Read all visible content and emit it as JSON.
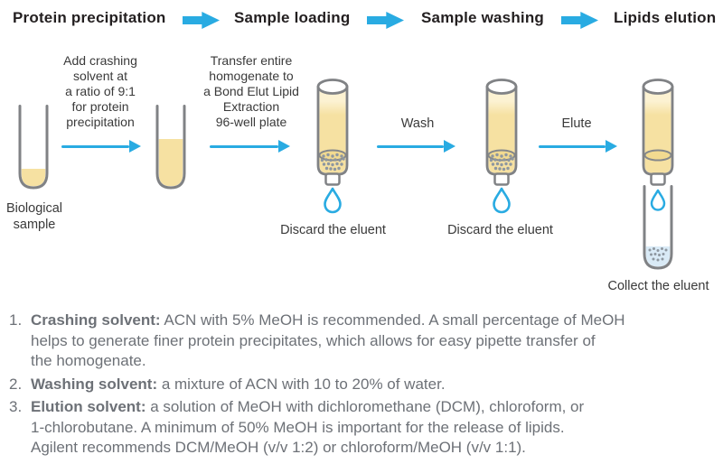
{
  "colors": {
    "accent_blue": "#29abe2",
    "tube_outline_gray": "#808285",
    "sample_yellow": "#f6e1a2",
    "sample_yellow_light": "#fcf2d2",
    "eluent_pale_blue": "#d9eaf6",
    "frit_dot_gray": "#8e97a0",
    "heading_text": "#231f20",
    "diagram_text": "#3a3a3a",
    "notes_text": "#6d7177"
  },
  "header": {
    "steps": [
      "Protein precipitation",
      "Sample loading",
      "Sample washing",
      "Lipids elution"
    ]
  },
  "diagram": {
    "step1_annotation": "Add crashing\nsolvent at\na ratio of 9:1\nfor protein\nprecipitation",
    "step2_annotation": "Transfer entire\nhomogenate to\na Bond Elut Lipid\nExtraction\n96-well plate",
    "wash_label": "Wash",
    "elute_label": "Elute",
    "biological_sample_label": "Biological\nsample",
    "discard_label_1": "Discard the eluent",
    "discard_label_2": "Discard the eluent",
    "collect_label": "Collect the eluent"
  },
  "notes": [
    {
      "number": "1.",
      "label": "Crashing solvent:",
      "text": " ACN with 5% MeOH is recommended. A small percentage of MeOH\nhelps to generate finer protein precipitates, which allows for easy pipette transfer of\nthe homogenate."
    },
    {
      "number": "2.",
      "label": "Washing solvent:",
      "text": " a mixture of ACN with 10 to 20% of water."
    },
    {
      "number": "3.",
      "label": "Elution solvent:",
      "text": " a solution of MeOH with dichloromethane (DCM), chloroform, or\n1-chlorobutane. A minimum of 50% MeOH is important for the release of lipids.\nAgilent recommends DCM/MeOH (v/v 1:2) or chloroform/MeOH (v/v 1:1)."
    }
  ]
}
